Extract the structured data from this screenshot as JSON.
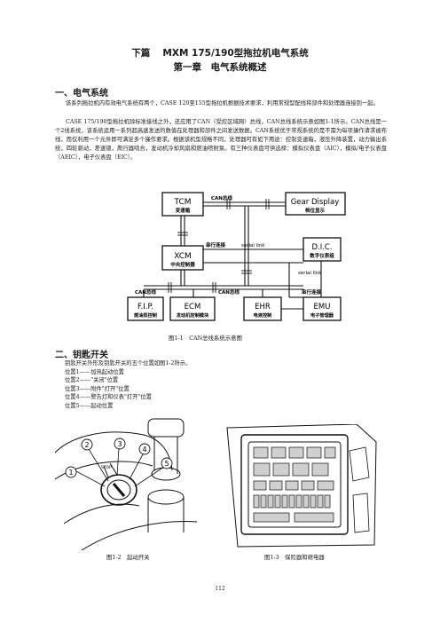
{
  "header": {
    "part_title": "下篇　 MXM 175/190型拖拉机电气系统",
    "chapter_title": "第一章　电气系统概述"
  },
  "section1": {
    "heading": "一、电气系统",
    "para1": "该系列拖拉机内有效电气系统有两个，CASE 120至155型拖拉机根据技术要求，利用常规型配线将部件和处理器连接到一起。",
    "para2": "CASE 175/190型拖拉机除标准接线之外，还应用了CAN（受控区域网）总线，CAN总线系统示意如图1-1所示。CAN总线是一个2线系统，该系统运用一系列超高速发送的数值在处理器和部件之间发送数据。CAN系统优于常规系统的是不需为每项操作请求被布线，而仅利用一个元件即可满足多个操作要求。根据该机型规格不同，处理器可有如下用途：控制变速箱，液压升降装置，动力输出系统，四轮驱动，差速锁，爬行器啮合，发动机冷却风扇和燃油喷射泵。有三种仪表盘可供选择：模拟仪表盘（AIC），模拟/电子仪表盘（AEIC），电子仪表盘（EIC）。"
  },
  "diagram": {
    "tcm": {
      "name": "TCM",
      "sub": "变速箱"
    },
    "gear": {
      "name": "Gear Display",
      "sub": "档位显示"
    },
    "xcm": {
      "name": "XCM",
      "sub": "中央控制器"
    },
    "dic": {
      "name": "D.I.C.",
      "sub": "数字仪表组"
    },
    "fip": {
      "name": "F.I.P.",
      "sub": "燃油泵控制"
    },
    "ecm": {
      "name": "ECM",
      "sub": "发动机控制模块"
    },
    "ehr": {
      "name": "EHR",
      "sub": "电液控制"
    },
    "emu": {
      "name": "EMU",
      "sub": "电子管理器"
    },
    "label_can_top": "CAN总线",
    "label_serial_cn": "串行连接",
    "label_serial_en": "serial link",
    "label_serial_en2": "serial link",
    "label_can_left": "CAN总线",
    "label_can_mid": "CAN总线",
    "label_serial_cn2": "串行连接",
    "caption": "图1-1　CAN总线系统示意图"
  },
  "section2": {
    "heading": "二、钥匙开关",
    "intro": "钥匙开关外形及钥匙开关的五个位置如图1-2所示。",
    "positions": [
      "位置1——加热起动位置",
      "位置2——\"关闭\"位置",
      "位置3——附件\"打开\"位置",
      "位置4——警告灯和仪表\"打开\"位置",
      "位置5——起动位置"
    ]
  },
  "figures": {
    "fig2_caption": "图1-2　起动开关",
    "fig3_caption": "图1-3　保险器和继电器",
    "callouts": [
      "1",
      "2",
      "3",
      "4",
      "5"
    ],
    "stop_label": "STOP"
  },
  "page_number": "112"
}
